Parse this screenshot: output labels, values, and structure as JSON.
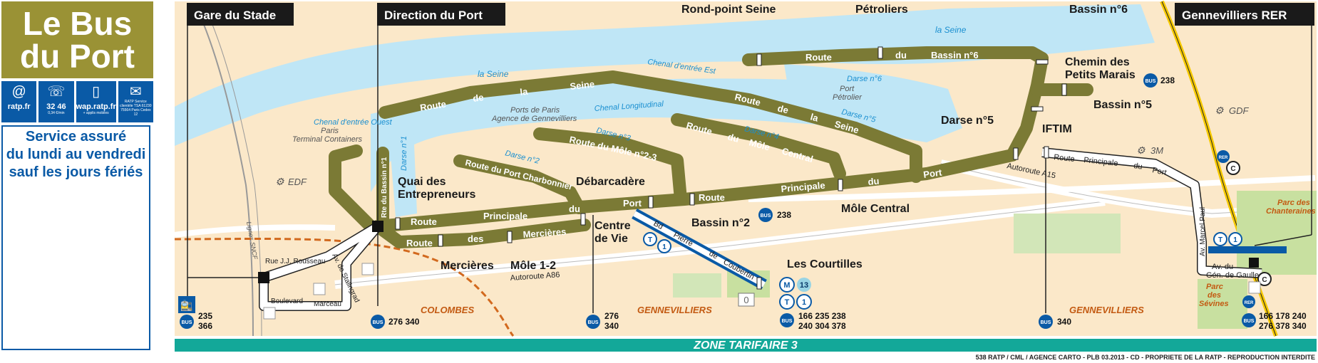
{
  "title": {
    "line1": "Le Bus",
    "line2": "du Port"
  },
  "contacts": [
    {
      "icon": "@",
      "label": "ratp.fr",
      "sub": ""
    },
    {
      "icon": "☏",
      "label": "32 46",
      "sub": "0,34 €/min"
    },
    {
      "icon": "▯",
      "label": "wap.ratp.fr",
      "sub": "+ applis mobiles"
    },
    {
      "icon": "✉",
      "label": "",
      "sub": "RATP Service clientèle TSA 61230 75564 Paris Cedex 12"
    }
  ],
  "service": {
    "line1": "Service assuré",
    "line2": "du lundi au vendredi",
    "line3": "sauf les jours fériés"
  },
  "headers": {
    "gare_stade": "Gare du Stade",
    "direction_port": "Direction du Port",
    "gennevilliers_rer": "Gennevilliers RER"
  },
  "stops": {
    "rond_point_seine": "Rond-point Seine",
    "petroliers": "Pétroliers",
    "bassin6": "Bassin n°6",
    "chemin1": "Chemin des",
    "chemin2": "Petits Marais",
    "bassin5": "Bassin n°5",
    "darse5": "Darse n°5",
    "iftim": "IFTIM",
    "quai1": "Quai des",
    "quai2": "Entrepreneurs",
    "debarcadere": "Débarcadère",
    "centre1": "Centre",
    "centre2": "de Vie",
    "bassin2": "Bassin n°2",
    "mole_central": "Môle Central",
    "mercieres": "Mercières",
    "mole12": "Môle 1-2",
    "courtilles": "Les Courtilles"
  },
  "roads": {
    "route_bassin6": [
      "Route",
      "du",
      "Bassin n°6"
    ],
    "route_seine": [
      "Route",
      "de",
      "la",
      "Seine"
    ],
    "route_seine2": [
      "Route",
      "de",
      "la",
      "Seine"
    ],
    "route_mole_central": [
      "Route",
      "du",
      "Môle",
      "Central"
    ],
    "route_mole23": "Route du Môle n°2-3",
    "route_charbonnier": "Route du Port Charbonnier",
    "rte_bassin1": "Rte du Bassin n°1",
    "route_principale_west": [
      "Route",
      "Principale",
      "du"
    ],
    "route_principale_east": [
      "Port",
      "Route",
      "Principale",
      "du",
      "Port"
    ],
    "route_mercieres": [
      "Route",
      "des",
      "Mercières"
    ],
    "route_principale_iftim": [
      "Route",
      "Principale",
      "du",
      "Port"
    ],
    "bd_coubertin": [
      "Bd",
      "Pierre",
      "de",
      "Coubertin"
    ],
    "rue_rousseau": "Rue J.J. Rousseau",
    "av_stalingrad": "Av. de Stalingrad",
    "bd_marceau": [
      "Boulevard",
      "Marceau"
    ],
    "av_marcel_paul": "Av. Marcel Paul",
    "av_du": "Av. du",
    "gen_gaulle": "Gén. de Gaulle",
    "autoroute_a86": "Autoroute A86",
    "autoroute_a15": "Autoroute A15"
  },
  "water": {
    "seine1": "la Seine",
    "seine2": "la Seine",
    "chenal_est": "Chenal d'entrée Est",
    "chenal_ouest": "Chenal d'entrée Ouest",
    "chenal_long": "Chenal Longitudinal",
    "darse1": "Darse n°1",
    "darse2": "Darse n°2",
    "darse3": "Darse n°3",
    "darse4": "Darse n°4",
    "darse5": "Darse n°5",
    "darse6": "Darse n°6"
  },
  "places": {
    "paris_tc1": "Paris",
    "paris_tc2": "Terminal Containers",
    "ports1": "Ports de Paris",
    "ports2": "Agence de Gennevilliers",
    "port_pet1": "Port",
    "port_pet2": "Pétrolier",
    "edf": "EDF",
    "gdf": "GDF",
    "m3": "3M",
    "parc_chant1": "Parc des",
    "parc_chant2": "Chanteraines",
    "parc_sev1": "Parc",
    "parc_sev2": "des",
    "parc_sev3": "Sévines",
    "lignes_sncf": "Lignes SNCF"
  },
  "towns": {
    "colombes": "COLOMBES",
    "genn1": "GENNEVILLIERS",
    "genn2": "GENNEVILLIERS"
  },
  "bus_labels": {
    "stade1": "235",
    "stade2": "366",
    "direction": "276 340",
    "centre1": "276",
    "centre2": "340",
    "bassin2": "238",
    "chemin": "238",
    "courtilles1": "166 235 238",
    "courtilles2": "240 304 378",
    "iftim": "340",
    "rer1": "166 178 240",
    "rer2": "276 378 340"
  },
  "badges": {
    "bus": "BUS",
    "metro": "M",
    "metro_line": "13",
    "tram": "T",
    "tram_line": "1",
    "rer": "RER",
    "rer_line": "C",
    "zero": "0"
  },
  "zone": "ZONE TARIFAIRE 3",
  "footer": "538 RATP / CML / AGENCE CARTO - PLB 03.2013 - CD - PROPRIETE DE LA RATP - REPRODUCTION INTERDITE",
  "colors": {
    "olive": "#7b7a35",
    "water": "#bfe6f6",
    "land": "#fbe8c9",
    "rer_yellow": "#f6c900",
    "zone": "#13a899",
    "blue": "#0a5aa6",
    "green": "#c8e0a0"
  }
}
